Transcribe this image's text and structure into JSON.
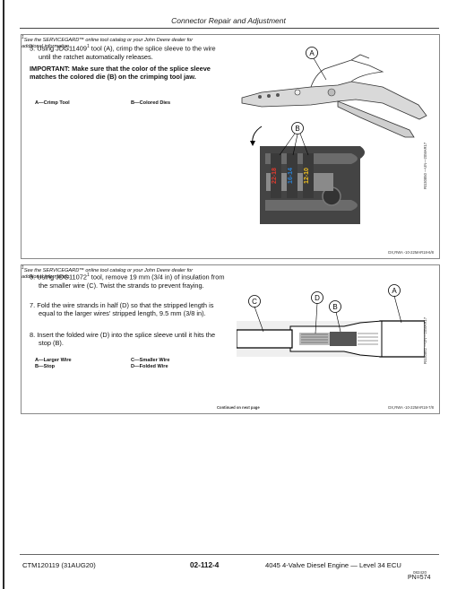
{
  "header": {
    "title": "Connector Repair and Adjustment"
  },
  "step5": {
    "number": "5.",
    "text_line1": "Using JDG11409",
    "sup": "1",
    "text_line1b": " tool (A), crimp the splice sleeve to",
    "text_line2": "the wire until the ratchet automatically releases.",
    "important": "IMPORTANT: Make sure that the color of the splice sleeve matches the colored die (B) on the crimping tool jaw.",
    "legend_a": "A—Crimp Tool",
    "legend_b": "B—Colored Dies"
  },
  "figure1": {
    "callout_a": "A",
    "callout_b": "B",
    "die_labels": [
      "22-18",
      "16-14",
      "12-10"
    ],
    "die_colors": [
      "#e03a2f",
      "#2a7fd0",
      "#f0c020"
    ],
    "side_code": "RG30850 —UN—20MAR17",
    "ref_code": "DX,RWA -10-22MAR18-6/8"
  },
  "footnote1": {
    "sup": "1",
    "text": "See the SERVICEGARD™ online tool catalog or your John Deere dealer for additional information."
  },
  "step6": {
    "number": "6.",
    "text": "Using JDG11072",
    "sup": "1",
    "text_b": " tool, remove 19 mm (3/4 in) of insulation from the smaller wire (C). Twist the strands to prevent fraying."
  },
  "step7": {
    "number": "7.",
    "text": "Fold the wire strands in half (D) so that the stripped length is equal to the larger wires' stripped length, 9.5 mm (3/8 in)."
  },
  "step8": {
    "number": "8.",
    "text": "Insert the folded wire (D) into the splice sleeve until it hits the stop (B)."
  },
  "legend2": {
    "a": "A—Larger Wire",
    "b": "B—Stop",
    "c": "C—Smaller Wire",
    "d": "D—Folded Wire"
  },
  "figure2": {
    "callouts": [
      "C",
      "D",
      "B",
      "A"
    ],
    "side_code": "RG30852 —UN—20MAR17",
    "ref_code": "DX,RWA -10-22MAR18-7/8"
  },
  "footnote2": {
    "sup": "1",
    "text": "See the SERVICEGARD™ online tool catalog or your John Deere dealer for additional information."
  },
  "continued": "Continued on next page",
  "footer": {
    "left": "CTM120119 (31AUG20)",
    "center": "02-112-4",
    "right": "4045 4-Valve Diesel Engine — Level 34 ECU",
    "code": "082420",
    "pn": "PN=574"
  }
}
